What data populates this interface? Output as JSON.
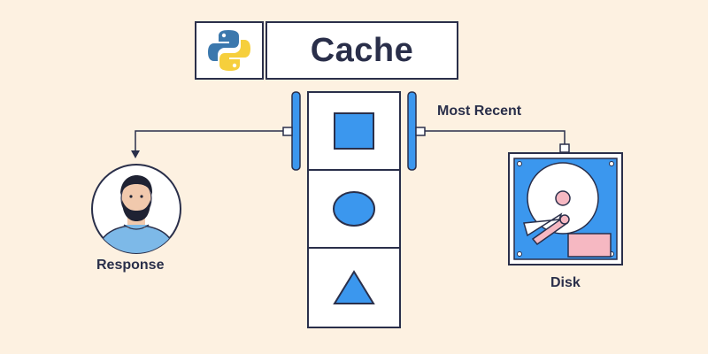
{
  "title": "Cache",
  "labels": {
    "most_recent": "Most Recent",
    "response": "Response",
    "disk": "Disk"
  },
  "cache_items": [
    {
      "shape": "square-icon"
    },
    {
      "shape": "circle-icon"
    },
    {
      "shape": "triangle-icon"
    }
  ],
  "icons": {
    "logo": "python-logo-icon",
    "person": "person-avatar-icon",
    "disk": "hard-disk-icon"
  },
  "colors": {
    "background": "#fdf1e1",
    "outline": "#2a2f4a",
    "accent_blue": "#3b97ee",
    "shirt_blue": "#7db9e8",
    "disk_pink": "#f6b8c2"
  }
}
